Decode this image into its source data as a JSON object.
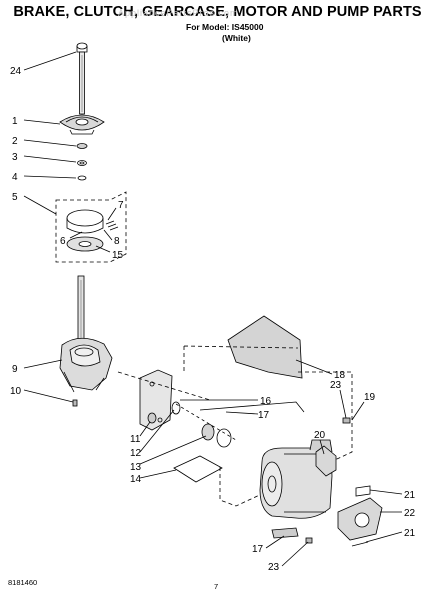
{
  "title": "BRAKE, CLUTCH, GEARCASE, MOTOR AND PUMP PARTS",
  "model_line": "For Model: IS45000",
  "color_line": "(White)",
  "watermark": "AppliancePartsPros.com",
  "doc_number": "8181460",
  "page_number": "7",
  "callouts": [
    "24",
    "1",
    "2",
    "3",
    "4",
    "5",
    "7",
    "6",
    "8",
    "15",
    "9",
    "10",
    "11",
    "12",
    "13",
    "14",
    "16",
    "17",
    "18",
    "23",
    "19",
    "20",
    "21",
    "22",
    "21",
    "17",
    "23"
  ]
}
